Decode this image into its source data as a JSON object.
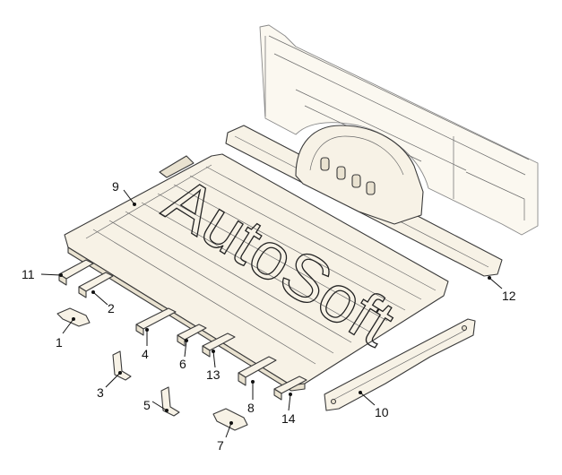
{
  "diagram": {
    "watermark": "AutoSoft",
    "callouts": [
      {
        "id": "1",
        "label": "1"
      },
      {
        "id": "2",
        "label": "2"
      },
      {
        "id": "3",
        "label": "3"
      },
      {
        "id": "4",
        "label": "4"
      },
      {
        "id": "5",
        "label": "5"
      },
      {
        "id": "6",
        "label": "6"
      },
      {
        "id": "7",
        "label": "7"
      },
      {
        "id": "8",
        "label": "8"
      },
      {
        "id": "9",
        "label": "9"
      },
      {
        "id": "10",
        "label": "10"
      },
      {
        "id": "11",
        "label": "11"
      },
      {
        "id": "12",
        "label": "12"
      },
      {
        "id": "13",
        "label": "13"
      },
      {
        "id": "14",
        "label": "14"
      }
    ]
  }
}
